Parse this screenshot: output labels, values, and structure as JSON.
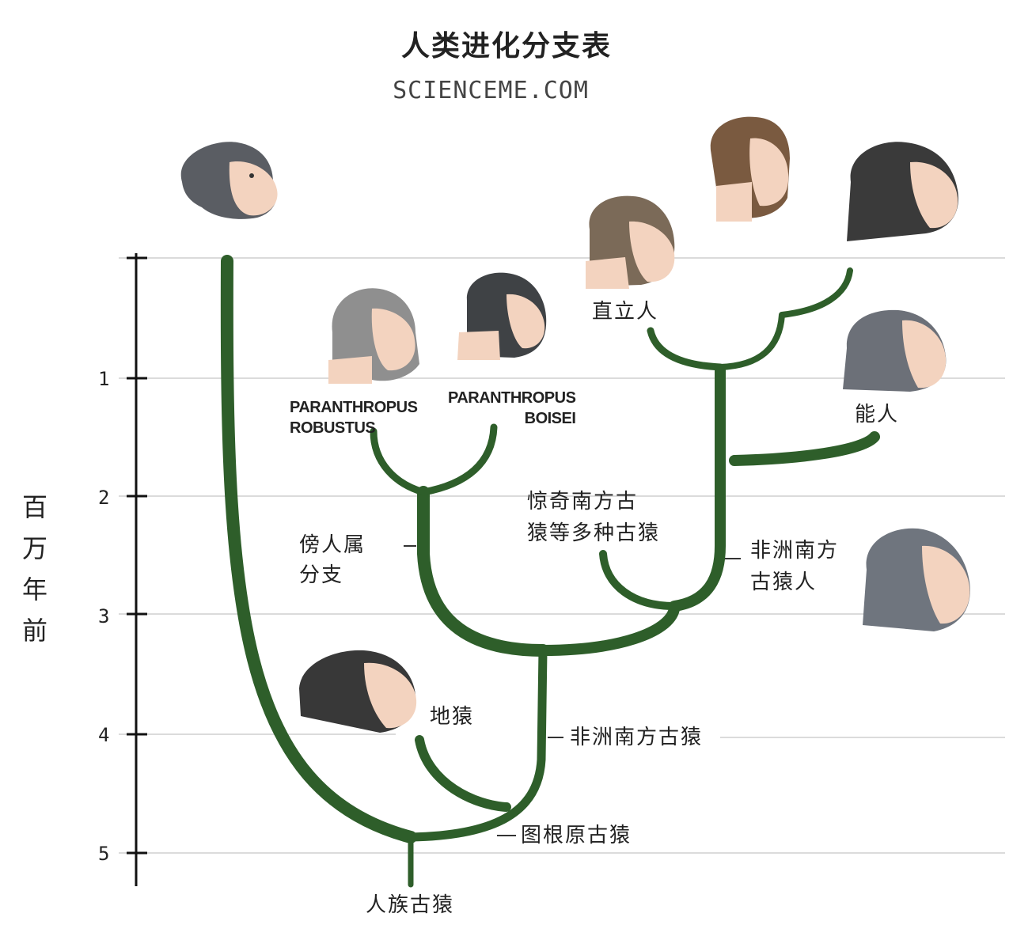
{
  "title": "人类进化分支表",
  "source": "SCIENCEME.COM",
  "axis": {
    "title": "百万年前",
    "ticks": [
      "1",
      "2",
      "3",
      "4",
      "5"
    ]
  },
  "labels": {
    "hominid_ape": "人族古猿",
    "orrorin": "图根原古猿",
    "ardipithecus": "地猿",
    "australopithecus_anamensis": "非洲南方古猿",
    "paranthropus_branch": "傍人属\n分支",
    "paranthropus_robustus": "PARANTHROPUS\nROBUSTUS",
    "paranthropus_boisei": "PARANTHROPUS\nBOISEI",
    "australopithecus_sediba_etc": "惊奇南方古\n猿等多种古猿",
    "australopithecus_africanus": "非洲南方\n古猿人",
    "homo_habilis": "能人",
    "homo_erectus": "直立人"
  },
  "colors": {
    "branch": "#2e5e2a",
    "gridline": "#cccccc",
    "axis": "#111111"
  },
  "icons": [
    "chimpanzee-head-icon",
    "paranthropus-robustus-head-icon",
    "paranthropus-boisei-head-icon",
    "homo-erectus-head-icon",
    "homo-sapiens-head-icon",
    "neanderthal-head-icon",
    "homo-habilis-head-icon",
    "australopithecus-head-icon",
    "ardipithecus-head-icon"
  ]
}
